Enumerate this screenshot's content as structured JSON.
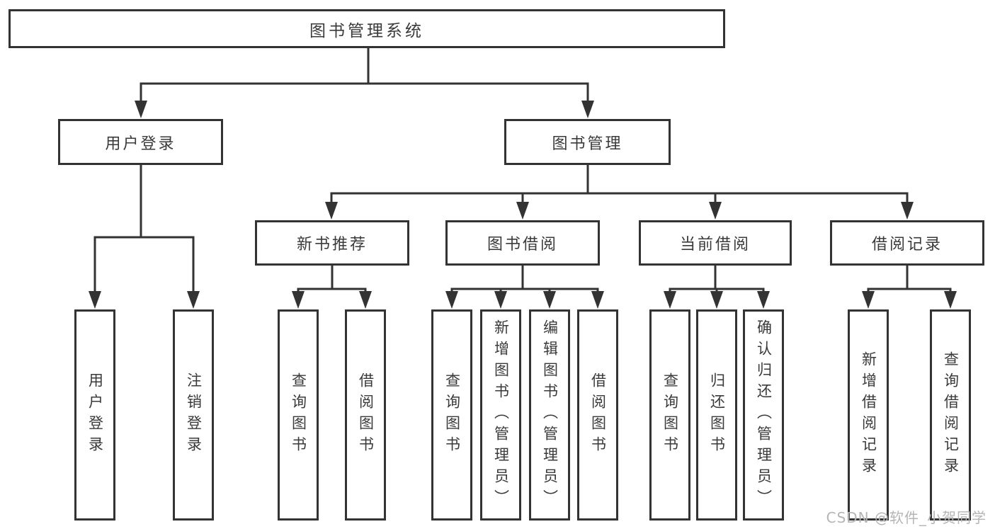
{
  "title_box": {
    "label": "图书管理系统"
  },
  "branches": {
    "user_login": {
      "label": "用户登录",
      "children": [
        "用户登录",
        "注销登录"
      ]
    },
    "book_management": {
      "label": "图书管理",
      "sections": {
        "new_books": {
          "label": "新书推荐",
          "children": [
            "查询图书",
            "借阅图书"
          ]
        },
        "book_borrow": {
          "label": "图书借阅",
          "children": [
            "查询图书",
            "新增图书（管理员）",
            "编辑图书（管理员）",
            "借阅图书"
          ]
        },
        "current_borrow": {
          "label": "当前借阅",
          "children": [
            "查询图书",
            "归还图书",
            "确认归还（管理员）"
          ]
        },
        "borrow_records": {
          "label": "借阅记录",
          "children": [
            "新增借阅记录",
            "查询借阅记录"
          ]
        }
      }
    }
  },
  "watermark": {
    "text": "CSDN @软件_小贺同学"
  },
  "colors": {
    "line": "#333333",
    "box_border": "#333333",
    "text": "#3a3a3a",
    "watermark": "#b5b5b5",
    "background": "#ffffff"
  }
}
